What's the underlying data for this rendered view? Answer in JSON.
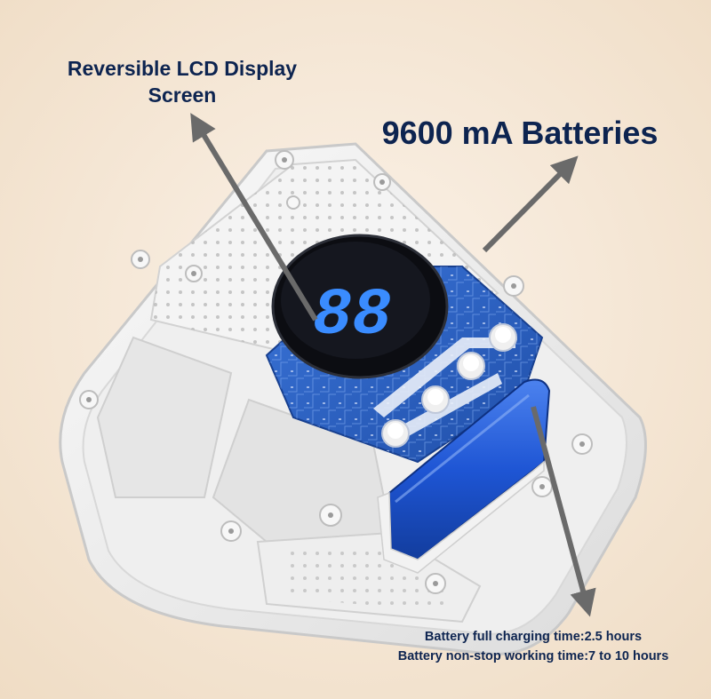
{
  "labels": {
    "lcd": {
      "line1": "Reversible LCD Display",
      "line2": "Screen"
    },
    "battery_title": "9600 mA Batteries",
    "battery_info": [
      "Battery full charging time:2.5 hours",
      "Battery non-stop working time:7 to 10 hours"
    ]
  },
  "display_digits": "88",
  "colors": {
    "background": "#f6e7d5",
    "label_text": "#0d2450",
    "pcb": "#2a5fc2",
    "battery": "#1e55d4",
    "display_digits": "#3a8cff",
    "arrow": "#6a6a6a",
    "housing": "#f3f3f3"
  }
}
